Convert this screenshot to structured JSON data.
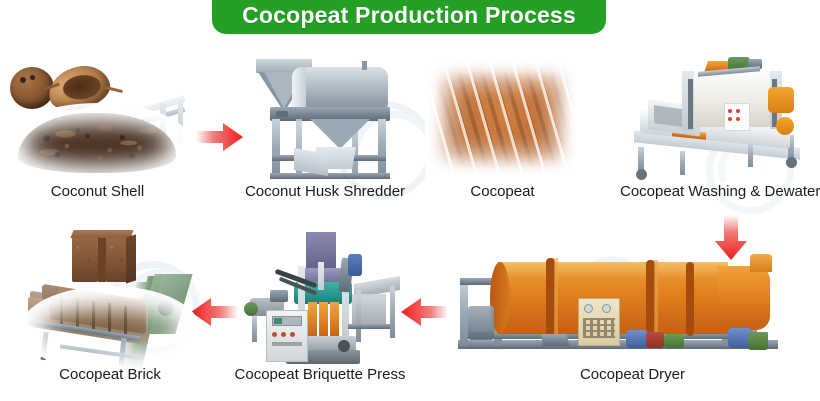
{
  "page": {
    "title": "Cocopeat Production Process",
    "background_color": "#ffffff"
  },
  "banner": {
    "label": "Cocopeat Production Process",
    "background_color": "#25a025",
    "text_color": "#ffffff"
  },
  "colors": {
    "banner_green": "#25a025",
    "arrow_red": "#ee1c1c",
    "caption_text": "#1b1b1b",
    "dryer_orange": "#e07b1e",
    "brick_brown": "#7f5436",
    "cocopeat_orange": "#b96a32",
    "machine_steel": "#9fadb8"
  },
  "steps": [
    {
      "id": "coconut-shell",
      "caption": "Coconut Shell",
      "image_name": "coconut-shell-photo",
      "row": 1,
      "order": 1
    },
    {
      "id": "coconut-husk-shredder",
      "caption": "Coconut Husk Shredder",
      "image_name": "coconut-husk-shredder-photo",
      "row": 1,
      "order": 2
    },
    {
      "id": "cocopeat",
      "caption": "Cocopeat",
      "image_name": "cocopeat-photo",
      "row": 1,
      "order": 3
    },
    {
      "id": "cocopeat-washing-dewatering",
      "caption": "Cocopeat Washing & Dewatering",
      "image_name": "cocopeat-washing-dewatering-photo",
      "row": 1,
      "order": 4
    },
    {
      "id": "cocopeat-brick",
      "caption": "Cocopeat Brick",
      "image_name": "cocopeat-brick-photo",
      "row": 2,
      "order": 7
    },
    {
      "id": "cocopeat-briquette-press",
      "caption": "Cocopeat Briquette Press",
      "image_name": "cocopeat-briquette-press-photo",
      "row": 2,
      "order": 6
    },
    {
      "id": "cocopeat-dryer",
      "caption": "Cocopeat Dryer",
      "image_name": "cocopeat-dryer-photo",
      "row": 2,
      "order": 5
    }
  ],
  "arrows": [
    {
      "id": "arrow-shell-to-shredder",
      "direction": "right",
      "color": "#ee1c1c"
    },
    {
      "id": "arrow-washing-to-dryer",
      "direction": "down",
      "color": "#ee1c1c"
    },
    {
      "id": "arrow-dryer-to-press",
      "direction": "left",
      "color": "#ee1c1c"
    },
    {
      "id": "arrow-press-to-brick",
      "direction": "left",
      "color": "#ee1c1c"
    }
  ]
}
